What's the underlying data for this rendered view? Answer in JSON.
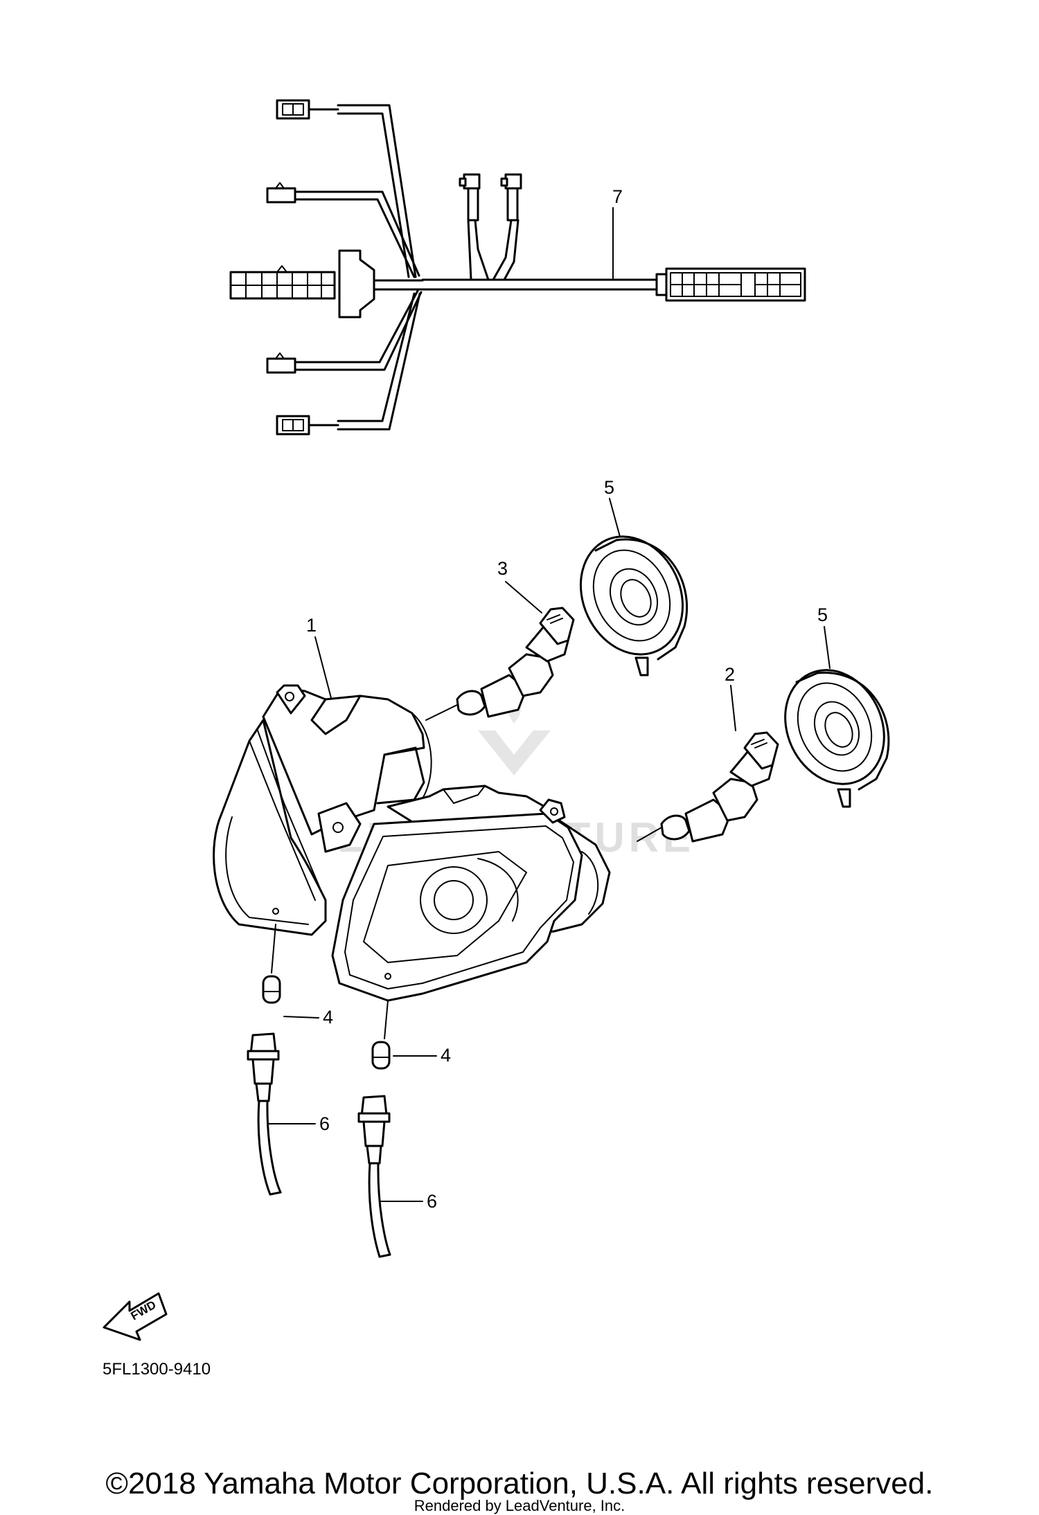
{
  "diagram": {
    "callouts": {
      "c1": "1",
      "c2": "2",
      "c3": "3",
      "c4a": "4",
      "c4b": "4",
      "c5a": "5",
      "c5b": "5",
      "c6a": "6",
      "c6b": "6",
      "c7": "7"
    },
    "fwd_label": "FWD",
    "part_code": "5FL1300-9410",
    "watermark": "LEADVENTURE"
  },
  "footer": {
    "copyright": "©2018 Yamaha Motor Corporation, U.S.A. All rights reserved.",
    "rendered_by": "Rendered by LeadVenture, Inc."
  }
}
